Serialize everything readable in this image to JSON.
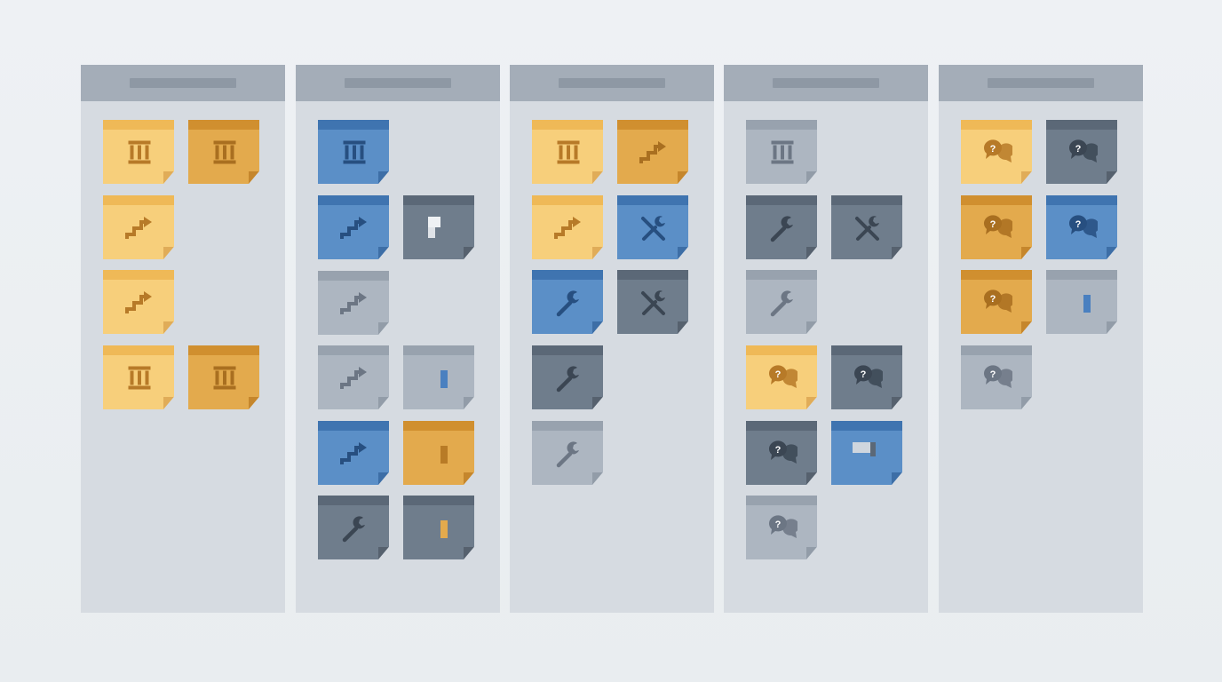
{
  "board": {
    "colors": {
      "yellow": "#f7cf7b",
      "orange": "#e3aa4d",
      "blue": "#5b8fc7",
      "dark_gray": "#6f7d8c",
      "light_gray": "#adb6c1"
    },
    "columns": [
      {
        "title": "",
        "notes": [
          {
            "color": "yellow",
            "icon": "bank-icon"
          },
          {
            "color": "orange",
            "icon": "bank-icon"
          },
          {
            "color": "yellow",
            "icon": "stairs-arrow-icon"
          },
          {
            "color": "yellow",
            "icon": "stairs-arrow-icon"
          },
          {
            "color": "yellow",
            "icon": "bank-icon"
          },
          {
            "color": "orange",
            "icon": "bank-icon"
          }
        ]
      },
      {
        "title": "",
        "notes": [
          {
            "color": "blue",
            "icon": "bank-icon"
          },
          {
            "color": "blue",
            "icon": "stairs-arrow-icon"
          },
          {
            "color": "dark_gray",
            "icon": "tab-marker-icon"
          },
          {
            "color": "light_gray",
            "icon": "stairs-arrow-icon"
          },
          {
            "color": "light_gray",
            "icon": "stairs-arrow-icon"
          },
          {
            "color": "light_gray",
            "icon": "tab-marker-icon"
          },
          {
            "color": "blue",
            "icon": "stairs-arrow-icon"
          },
          {
            "color": "orange",
            "icon": "tab-marker-icon"
          },
          {
            "color": "dark_gray",
            "icon": "wrench-icon"
          },
          {
            "color": "dark_gray",
            "icon": "tab-marker-icon"
          }
        ]
      },
      {
        "title": "",
        "notes": [
          {
            "color": "yellow",
            "icon": "bank-icon"
          },
          {
            "color": "orange",
            "icon": "stairs-arrow-icon"
          },
          {
            "color": "yellow",
            "icon": "stairs-arrow-icon"
          },
          {
            "color": "blue",
            "icon": "tools-icon"
          },
          {
            "color": "blue",
            "icon": "wrench-icon"
          },
          {
            "color": "dark_gray",
            "icon": "tools-icon"
          },
          {
            "color": "dark_gray",
            "icon": "wrench-icon"
          },
          {
            "color": "light_gray",
            "icon": "wrench-icon"
          }
        ]
      },
      {
        "title": "",
        "notes": [
          {
            "color": "light_gray",
            "icon": "bank-icon"
          },
          {
            "color": "dark_gray",
            "icon": "wrench-icon"
          },
          {
            "color": "dark_gray",
            "icon": "tools-icon"
          },
          {
            "color": "light_gray",
            "icon": "wrench-icon"
          },
          {
            "color": "yellow",
            "icon": "question-chat-icon"
          },
          {
            "color": "dark_gray",
            "icon": "question-chat-icon"
          },
          {
            "color": "dark_gray",
            "icon": "question-chat-icon"
          },
          {
            "color": "blue",
            "icon": "tab-marker-icon"
          },
          {
            "color": "light_gray",
            "icon": "question-chat-icon"
          }
        ]
      },
      {
        "title": "",
        "notes": [
          {
            "color": "yellow",
            "icon": "question-chat-icon"
          },
          {
            "color": "dark_gray",
            "icon": "question-chat-icon"
          },
          {
            "color": "orange",
            "icon": "question-chat-icon"
          },
          {
            "color": "blue",
            "icon": "question-chat-icon"
          },
          {
            "color": "orange",
            "icon": "question-chat-icon"
          },
          {
            "color": "light_gray",
            "icon": "tab-marker-icon"
          },
          {
            "color": "light_gray",
            "icon": "question-chat-icon"
          }
        ]
      }
    ]
  }
}
